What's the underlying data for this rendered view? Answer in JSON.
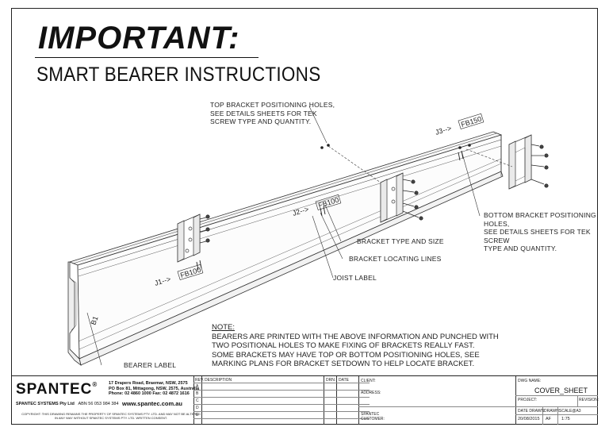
{
  "header": {
    "title": "IMPORTANT",
    "colon": ":",
    "subtitle": "SMART BEARER INSTRUCTIONS"
  },
  "callouts": {
    "top_holes": [
      "TOP BRACKET POSITIONING HOLES,",
      "SEE DETAILS SHEETS FOR TEK",
      "SCREW TYPE AND QUANTITY."
    ],
    "bottom_holes": [
      "BOTTOM BRACKET POSITIONING HOLES,",
      "SEE DETAILS SHEETS FOR TEK SCREW",
      "TYPE AND QUANTITY."
    ],
    "bracket_type": "BRACKET TYPE AND SIZE",
    "locating_lines": "BRACKET LOCATING LINES",
    "joist_label": "JOIST LABEL",
    "bearer_label": "BEARER LABEL"
  },
  "bearer_markings": {
    "j1": "J1-->",
    "j1_box": "FB100",
    "j2": "J2-->",
    "j2_box": "FB100",
    "j3": "J3-->",
    "j3_box": "FB150",
    "b1": "B1"
  },
  "note": {
    "title": "NOTE:",
    "lines": [
      "BEARERS ARE PRINTED WITH THE ABOVE INFORMATION AND PUNCHED WITH",
      "TWO POSITIONAL HOLES TO MAKE FIXING OF BRACKETS REALLY FAST.",
      "SOME BRACKETS MAY HAVE TOP OR BOTTOM POSITIONING HOLES, SEE",
      "MARKING PLANS FOR BRACKET SETDOWN TO HELP LOCATE BRACKET."
    ]
  },
  "title_block": {
    "company": "SPANTEC",
    "trademark": "®",
    "company_sub": "SPANTEC SYSTEMS Pty Ltd",
    "abn": "ABN 56 053 984 384",
    "address_lines": [
      "17 Drapers Road, Braemar, NSW, 2575",
      "PO Box 81, Mittagong, NSW, 2575, Australia",
      "Phone: 02 4860 1000 Fax: 02 4872 1616"
    ],
    "website": "www.spantec.com.au",
    "copyright": "COPYRIGHT: THIS DRAWING REMAINS THE PROPERTY OF SPANTEC SYSTEMS PTY. LTD. AND MAY NOT BE ALTERED IN ANY WAY WITHOUT SPANTEC SYSTEMS PTY. LTD. WRITTEN CONSENT.",
    "rev_header": "REV.",
    "description_header": "DESCRIPTION",
    "drn_header": "DRN.",
    "date_header": "DATE",
    "rev_letters": [
      "A",
      "B",
      "C",
      "D",
      "E"
    ],
    "client_label": "CLIENT:",
    "address_label": "ADDRESS:",
    "spantec_customer_label": [
      "SPANTEC",
      "CUSTOMER:"
    ],
    "dwg_name_label": "DWG NAME:",
    "dwg_name": "COVER_SHEET",
    "project_label": "PROJECT:",
    "revision_label": "REVISION:",
    "date_drawn_label": "DATE DRAWN:",
    "drawn_label": "DRAWN:",
    "scale_label": "SCALE@A3",
    "date_drawn": "20/08/2015",
    "drawn": "AF",
    "scale": "1:75"
  }
}
